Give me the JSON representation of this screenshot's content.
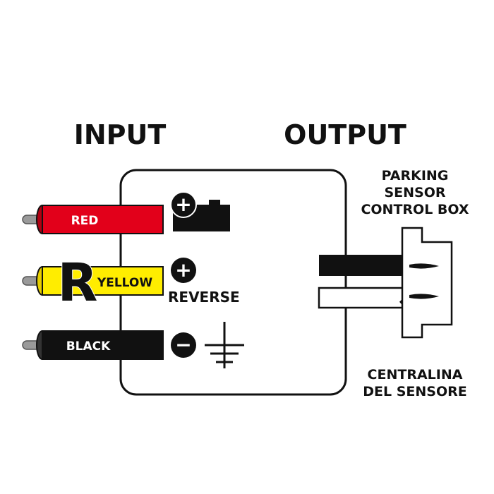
{
  "headings": {
    "input": "INPUT",
    "output": "OUTPUT"
  },
  "wires": {
    "red": {
      "label": "RED",
      "color": "#e2001a",
      "text_color": "#ffffff"
    },
    "yellow": {
      "label": "YELLOW",
      "color": "#ffed00",
      "text_color": "#111111",
      "badge": "R"
    },
    "black": {
      "label": "BLACK",
      "color": "#111111",
      "text_color": "#ffffff"
    }
  },
  "symbols": {
    "positive_sign": "+",
    "negative_sign": "−",
    "reverse_label": "REVERSE"
  },
  "output_box": {
    "label_en": [
      "PARKING",
      "SENSOR",
      "CONTROL BOX"
    ],
    "label_it": [
      "CENTRALINA",
      "DEL SENSORE"
    ]
  }
}
